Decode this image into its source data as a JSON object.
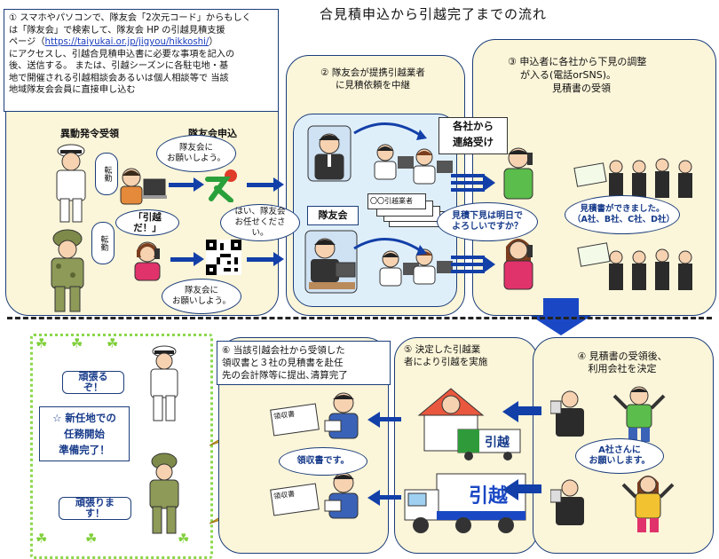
{
  "title": "合見積申込から引越完了までの流れ",
  "step1": {
    "line1": "① スマホやパソコンで、隊友会「2次元コード」からもしく",
    "line2": "は「隊友会」で検索して、隊友会 HP の引越見積支援",
    "line3": "ページ（",
    "url": "https://taiyukai.or.jp/jigyou/hikkoshi/",
    "line3b": "）",
    "line4": "にアクセスし、引越合見積申込書に必要な事項を記入の",
    "line5": "後、送信する。 または、引越シーズンに各駐屯地・基",
    "line6": "地で開催される引越相談会あるいは個人相談等で 当該",
    "line7": "地域隊友会会員に直接申し込む"
  },
  "labels": {
    "ido": "異動発令受領",
    "taiyu": "隊友会申込",
    "hikkoshi_da": "「引越だ！」",
    "tenkin": "転勤",
    "taiyukai_badge": "隊友会",
    "kakusha": "各社から",
    "renraku": "連絡受け",
    "maru_gyosha": "〇〇引越業者"
  },
  "bubbles": {
    "onegai1": "隊友会に\nお願いしよう。",
    "hai": "はい、隊友会\nお任せください。",
    "onegai2": "隊友会に\nお願いしよう。",
    "mitsumori_ashita": "見積下見は明日で\nよろしいですか？",
    "mitsumori_dekimashita": "見積書ができました。\n（A社、B社、C社、D社）",
    "a_sha": "A社さんに\nお願いします。",
    "ryoshusho": "領収書です。",
    "ganbaru": "頑張るぞ！",
    "ganbarimasu": "頑張ります！"
  },
  "step2": "② 隊友会が提携引越業者\nに見積依頼を中継",
  "step3": {
    "line1": "③ 申込者に各社から下見の調整",
    "line2": "が入る(電話orSNS)。",
    "line3": "見積書の受領"
  },
  "step4": "④ 見積書の受領後、\n利用会社を決定",
  "step5": "⑤ 決定した引越業\n者により引越を実施",
  "step6": "⑥ 当該引越会社から受領した\n領収書と３社の見積書を赴任\n先の会計隊等に提出､清算完了",
  "shinninchi": {
    "line1": "☆ 新任地での",
    "line2": "任務開始",
    "line3": "準備完了！"
  },
  "truck_label": "引越",
  "receipt_label": "領収書",
  "colors": {
    "navy": "#1b3d7a",
    "arrow": "#123fa8",
    "panel": "#fbf5d9",
    "inner": "#dfeffa",
    "accent_text": "#163a8a",
    "red": "#c8102e",
    "green": "#7fcf3a"
  }
}
